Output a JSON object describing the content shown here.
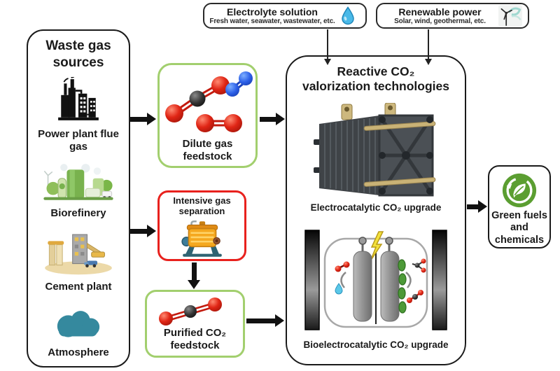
{
  "figure": {
    "top_inputs": {
      "electrolyte": {
        "title": "Electrolyte solution",
        "subtitle": "Fresh water, seawater, wastewater, etc.",
        "icon": "water-drop-icon"
      },
      "renewable": {
        "title": "Renewable power",
        "subtitle": "Solar, wind, geothermal, etc.",
        "icon": "wind-turbine-icon"
      }
    },
    "waste_gas": {
      "title": "Waste gas sources",
      "items": [
        {
          "label": "Power plant flue gas",
          "icon": "power-plant-icon"
        },
        {
          "label": "Biorefinery",
          "icon": "biorefinery-icon"
        },
        {
          "label": "Cement plant",
          "icon": "cement-plant-icon"
        },
        {
          "label": "Atmosphere",
          "icon": "cloud-icon"
        }
      ]
    },
    "dilute": {
      "label": "Dilute gas feedstock",
      "icon": "gas-molecules-icon"
    },
    "separation": {
      "label": "Intensive gas separation",
      "icon": "separator-machine-icon"
    },
    "purified": {
      "label": "Purified CO₂ feedstock",
      "icon": "co2-molecule-icon"
    },
    "reactor": {
      "title_line1": "Reactive CO₂",
      "title_line2": "valorization technologies",
      "electro_label": "Electrocatalytic CO₂ upgrade",
      "bio_label": "Bioelectrocatalytic CO₂ upgrade",
      "electro_icon": "electrolyzer-stack-icon",
      "bio_icon": "bioreactor-cell-icon"
    },
    "output": {
      "label": "Green fuels and chemicals",
      "icon": "eco-leaf-icon"
    },
    "colors": {
      "feedstock_border_green": "#a2cf6e",
      "separation_border_red": "#e8211d",
      "outline_black": "#1a1a1a",
      "cloud_teal": "#35899e",
      "water_blue": "#49b9e8",
      "eco_green": "#5b9e31",
      "machine_orange": "#f5a81f",
      "electrolyzer_gray": "#4b5055",
      "rod_gold": "#c9b276"
    }
  }
}
